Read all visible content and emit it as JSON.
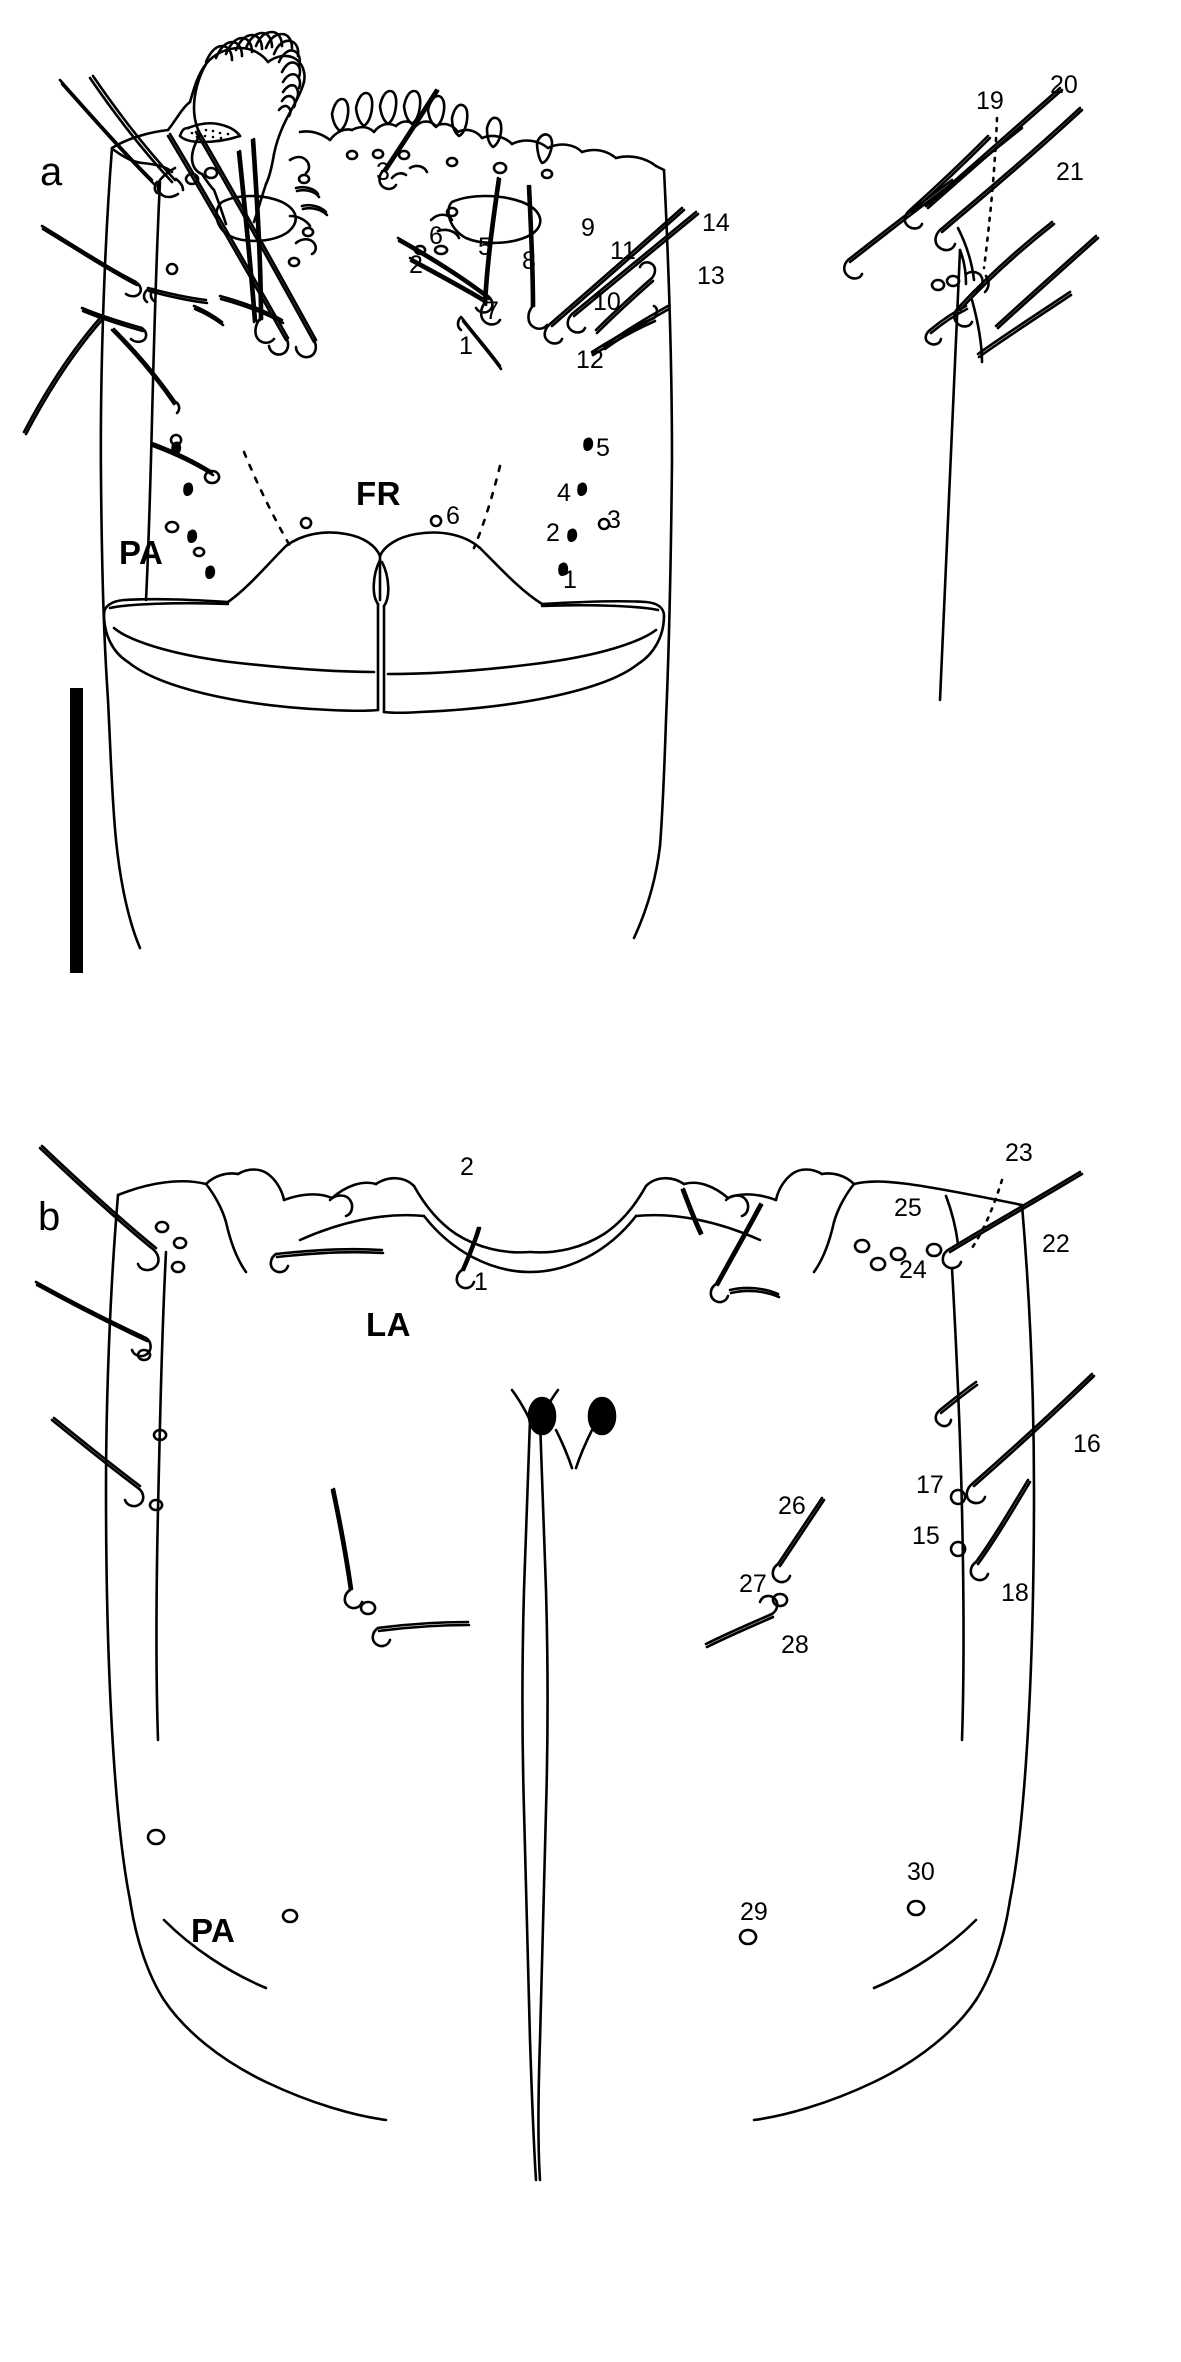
{
  "figure": {
    "kind": "scientific-line-drawing",
    "subject": "insect head chaetotaxy, dorsal (a) and ventral (b) views",
    "background_color": "#ffffff",
    "ink_color": "#000000"
  },
  "panels": [
    {
      "id": "a",
      "letter": "a",
      "region_labels": [
        {
          "name": "frons",
          "text": "FR"
        },
        {
          "name": "parietal",
          "text": "PA"
        }
      ],
      "scale_bar": {
        "present": true,
        "orientation": "vertical"
      },
      "numeric_labels": [
        {
          "text": "3"
        },
        {
          "text": "6"
        },
        {
          "text": "5"
        },
        {
          "text": "2"
        },
        {
          "text": "8"
        },
        {
          "text": "7"
        },
        {
          "text": "1"
        },
        {
          "text": "9"
        },
        {
          "text": "10"
        },
        {
          "text": "11"
        },
        {
          "text": "12"
        },
        {
          "text": "13"
        },
        {
          "text": "14"
        },
        {
          "text": "19"
        },
        {
          "text": "20"
        },
        {
          "text": "21"
        },
        {
          "text": "5"
        },
        {
          "text": "4"
        },
        {
          "text": "3"
        },
        {
          "text": "2"
        },
        {
          "text": "1"
        },
        {
          "text": "6"
        }
      ]
    },
    {
      "id": "b",
      "letter": "b",
      "region_labels": [
        {
          "name": "labium",
          "text": "LA"
        },
        {
          "name": "parietal",
          "text": "PA"
        }
      ],
      "scale_bar": {
        "present": false
      },
      "numeric_labels": [
        {
          "text": "2"
        },
        {
          "text": "1"
        },
        {
          "text": "23"
        },
        {
          "text": "25"
        },
        {
          "text": "24"
        },
        {
          "text": "22"
        },
        {
          "text": "16"
        },
        {
          "text": "17"
        },
        {
          "text": "15"
        },
        {
          "text": "18"
        },
        {
          "text": "26"
        },
        {
          "text": "27"
        },
        {
          "text": "28"
        },
        {
          "text": "29"
        },
        {
          "text": "30"
        }
      ]
    }
  ],
  "panel_a": {
    "letter": "a",
    "fr": "FR",
    "pa": "PA",
    "n3_top": "3",
    "n6": "6",
    "n5": "5",
    "n2_upper": "2",
    "n8": "8",
    "n7": "7",
    "n1_upper": "1",
    "n9": "9",
    "n10": "10",
    "n11": "11",
    "n12": "12",
    "n13": "13",
    "n14": "14",
    "n19": "19",
    "n20": "20",
    "n21": "21",
    "f5": "5",
    "f4": "4",
    "f3": "3",
    "f2": "2",
    "f1": "1",
    "f6": "6"
  },
  "panel_b": {
    "letter": "b",
    "la": "LA",
    "pa": "PA",
    "n2": "2",
    "n1": "1",
    "n23": "23",
    "n25": "25",
    "n24": "24",
    "n22": "22",
    "n16": "16",
    "n17": "17",
    "n15": "15",
    "n18": "18",
    "n26": "26",
    "n27": "27",
    "n28": "28",
    "n29": "29",
    "n30": "30"
  }
}
